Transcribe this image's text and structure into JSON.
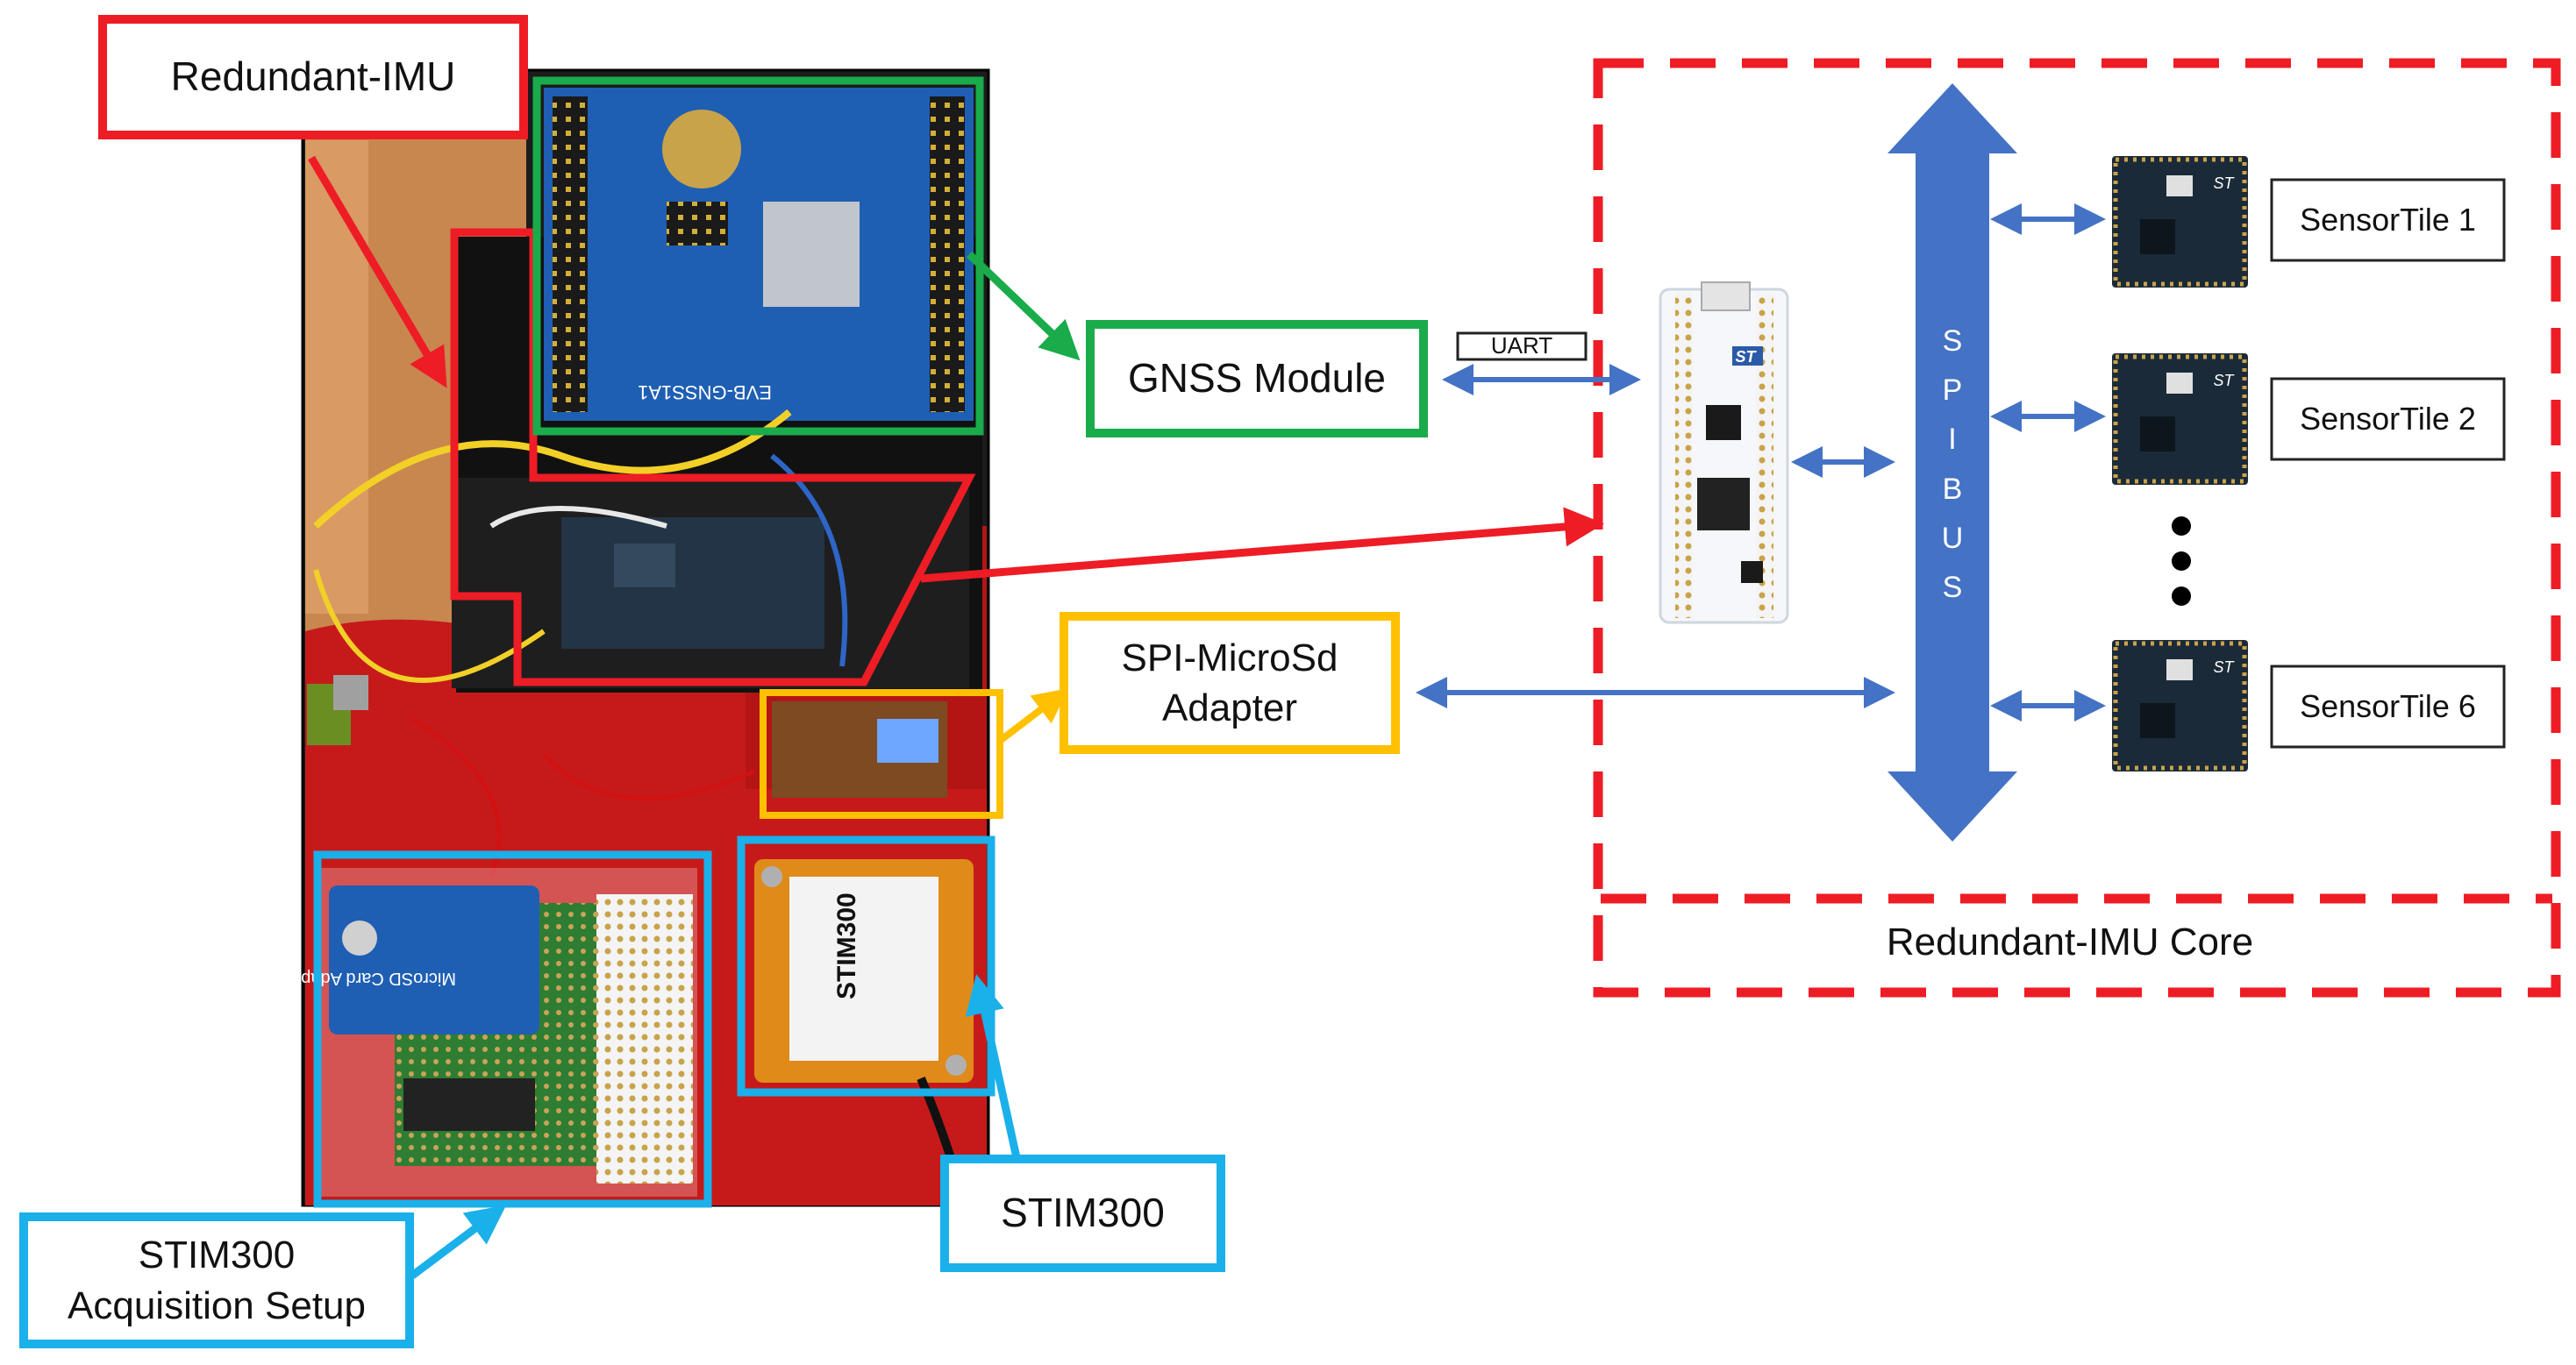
{
  "labels": {
    "redundant_imu": "Redundant-IMU",
    "gnss_module": "GNSS Module",
    "uart": "UART",
    "spi_microsd_line1": "SPI-MicroSd",
    "spi_microsd_line2": "Adapter",
    "stim300": "STIM300",
    "stim300_acq_line1": "STIM300",
    "stim300_acq_line2": "Acquisition Setup",
    "core_title": "Redundant-IMU Core",
    "spi_bus_letters": [
      "S",
      "P",
      "I",
      "B",
      "U",
      "S"
    ],
    "sensortile_1": "SensorTile 1",
    "sensortile_2": "SensorTile 2",
    "sensortile_6": "SensorTile 6"
  },
  "board_markings": {
    "gnss_board": "EVB-GNSS1A1",
    "nucleo_logo": "ST",
    "sd_adapter": "MicroSD Card Adapter",
    "stim_label": "STIM300"
  },
  "colors": {
    "red": "#ee1c25",
    "green": "#1aab4b",
    "orange": "#ffc000",
    "cyan": "#1ab0ea",
    "arrow_blue": "#4472c4",
    "label_border": "#222222"
  }
}
